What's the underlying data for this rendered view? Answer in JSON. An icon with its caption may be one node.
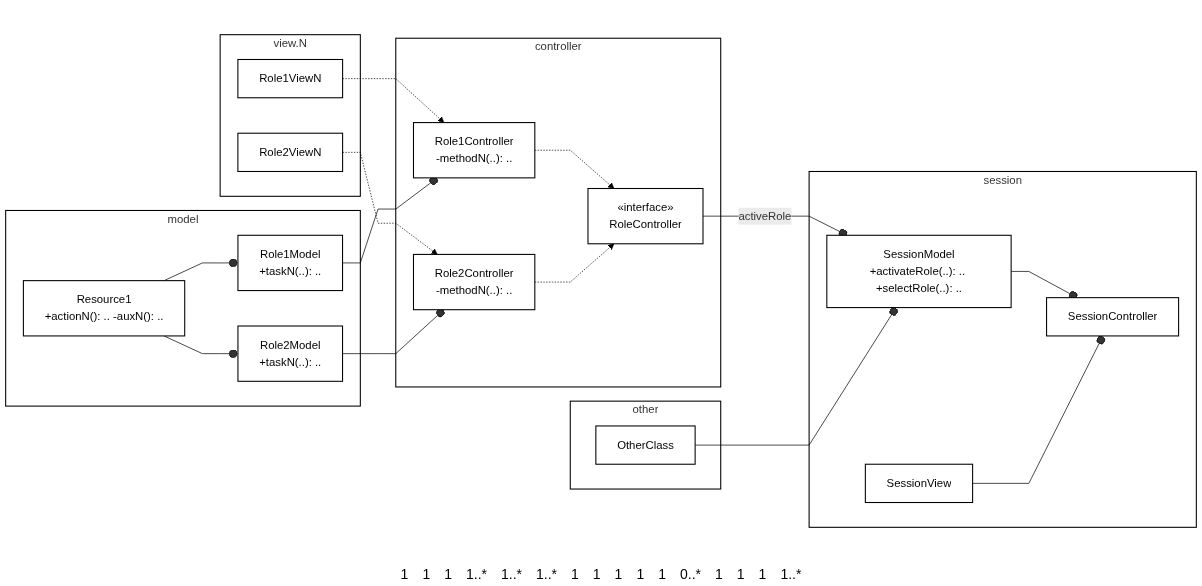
{
  "diagram": {
    "nodes": [
      {
        "text": [
          "view.N"
        ]
      },
      {
        "text": [
          "Role1ViewN"
        ],
        "in": 0
      },
      {
        "text": [
          "Role2ViewN"
        ],
        "in": 0
      },
      {
        "text": [
          "controller"
        ]
      },
      {
        "text": [
          "Role1Controller",
          "-methodN(..): .."
        ],
        "in": 3
      },
      {
        "text": [
          "«interface»",
          "RoleController"
        ],
        "in": 3
      },
      {
        "text": [
          "Role2Controller",
          "-methodN(..): .."
        ],
        "in": 3
      },
      {
        "text": [
          "model"
        ]
      },
      {
        "text": [
          "Role1Model",
          "+taskN(..): .."
        ],
        "in": 7
      },
      {
        "text": [
          "Resource1",
          "+actionN(): .. -auxN(): .."
        ],
        "in": 7
      },
      {
        "text": [
          "Role2Model",
          "+taskN(..): .."
        ],
        "in": 7
      },
      {
        "text": [
          "session"
        ]
      },
      {
        "text": [
          "SessionModel",
          "+activateRole(..): .. +selectRole(..): .."
        ],
        "in": 11
      },
      {
        "text": [
          "SessionController"
        ],
        "in": 11
      },
      {
        "text": [
          "SessionView"
        ],
        "in": 11
      },
      {
        "text": [
          "other"
        ]
      },
      {
        "text": [
          "OtherClass"
        ],
        "in": 15
      }
    ],
    "edges": [
      {
        "from": 1,
        "to": 4,
        "arrow": "to",
        "style": "dashed"
      },
      {
        "from": 2,
        "to": 6,
        "arrow": "to",
        "style": "dashed"
      },
      {
        "from": 4,
        "to": 5,
        "arrow": "to",
        "style": "dashed"
      },
      {
        "from": 6,
        "to": 5,
        "arrow": "to",
        "style": "dashed"
      },
      {
        "from": 4,
        "to": 8,
        "arrow": "other"
      },
      {
        "from": 8,
        "to": 9,
        "arrow": "other"
      },
      {
        "from": 6,
        "to": 10,
        "arrow": "other"
      },
      {
        "from": 10,
        "to": 9,
        "arrow": "other"
      },
      {
        "from": 12,
        "to": 5,
        "label": "activeRole",
        "arrow": "other"
      },
      {
        "from": 12,
        "to": 16,
        "arrow": "other"
      },
      {
        "from": 13,
        "to": 12,
        "arrow": "other"
      },
      {
        "from": 13,
        "to": 14,
        "arrow": "other"
      }
    ],
    "labels": [
      "1",
      "1",
      "1",
      "1..*",
      "1..*",
      "1..*",
      "1",
      "1",
      "1",
      "1",
      "1",
      "0..*",
      "1",
      "1",
      "1",
      "1..*"
    ]
  }
}
